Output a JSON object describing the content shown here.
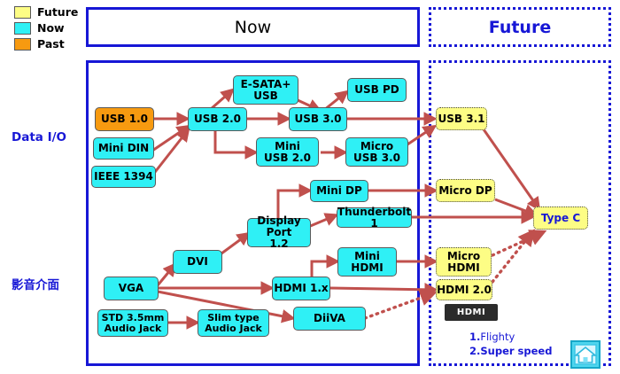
{
  "legend": {
    "items": [
      {
        "label": "Future",
        "color": "#fdfd85"
      },
      {
        "label": "Now",
        "color": "#2ff0f5"
      },
      {
        "label": "Past",
        "color": "#f79a10"
      }
    ]
  },
  "banners": {
    "now": "Now",
    "future": "Future"
  },
  "row_labels": {
    "data_io": "Data I/O",
    "audio_video": "影音介面"
  },
  "nodes": {
    "usb10": "USB 1.0",
    "mini_din": "Mini DIN",
    "ieee1394": "IEEE 1394",
    "usb20": "USB 2.0",
    "esata_usb_l1": "E-SATA+",
    "esata_usb_l2": "USB",
    "usb30": "USB 3.0",
    "usb_pd": "USB PD",
    "mini_usb20_l1": "Mini",
    "mini_usb20_l2": "USB 2.0",
    "micro_usb30_l1": "Micro",
    "micro_usb30_l2": "USB 3.0",
    "usb31": "USB 3.1",
    "mini_dp": "Mini DP",
    "display_port_l1": "Display Port",
    "display_port_l2": "1.2",
    "thunderbolt1": "Thunderbolt 1",
    "micro_dp": "Micro DP",
    "type_c": "Type C",
    "dvi": "DVI",
    "vga": "VGA",
    "mini_hdmi_l1": "Mini",
    "mini_hdmi_l2": "HDMI",
    "hdmi1x": "HDMI 1.x",
    "micro_hdmi_l1": "Micro",
    "micro_hdmi_l2": "HDMI",
    "hdmi20": "HDMI 2.0",
    "std_jack_l1": "STD 3.5mm",
    "std_jack_l2": "Audio Jack",
    "slim_jack_l1": "Slim type",
    "slim_jack_l2": "Audio Jack",
    "diiva": "DiiVA"
  },
  "hdmi_logo": "HDMI",
  "notes": {
    "n1_num": "1.",
    "n1_text": "Flighty",
    "n2": "2.Super speed"
  },
  "icons": {
    "home": "home-icon"
  },
  "colors": {
    "future_fill": "#fdfd85",
    "now_fill": "#2ff0f5",
    "past_fill": "#f79a10",
    "arrow": "#c0504d",
    "frame": "#1717d6",
    "blue_text": "#1717d6"
  }
}
